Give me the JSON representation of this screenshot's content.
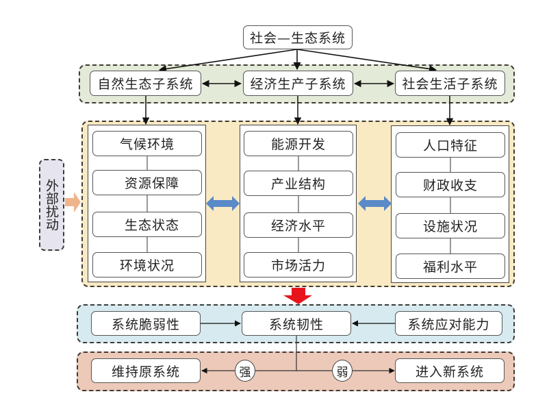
{
  "title_node": "社会—生态系统",
  "subsystems": [
    {
      "label": "自然生态子系统"
    },
    {
      "label": "经济生产子系统"
    },
    {
      "label": "社会生活子系统"
    }
  ],
  "external": {
    "label": "外部扰动"
  },
  "columns": [
    {
      "name": "natural",
      "items": [
        "气候环境",
        "资源保障",
        "生态状态",
        "环境状况"
      ]
    },
    {
      "name": "economic",
      "items": [
        "能源开发",
        "产业结构",
        "经济水平",
        "市场活力"
      ]
    },
    {
      "name": "social",
      "items": [
        "人口特征",
        "财政收支",
        "设施状况",
        "福利水平"
      ]
    }
  ],
  "resilience_row": {
    "left": "系统脆弱性",
    "center": "系统韧性",
    "right": "系统应对能力"
  },
  "outcome_row": {
    "left": "维持原系统",
    "strong": "强",
    "weak": "弱",
    "right": "进入新系统"
  },
  "colors": {
    "subsystem_group": "#e4ead8",
    "factor_group": "#f9eac3",
    "resilience_group": "#d6eaf0",
    "outcome_group": "#ecc9b9",
    "external_box": "#e6e4ee",
    "external_arrow": "#f0b48c",
    "interaction_arrow": "#5a8ac8",
    "result_arrow": "#e8141c"
  }
}
